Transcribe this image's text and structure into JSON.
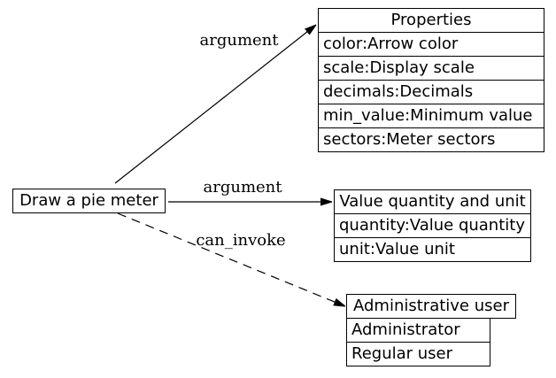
{
  "nodes": {
    "source": {
      "label": "Draw a pie meter"
    },
    "properties": {
      "title": "Properties",
      "rows": [
        "color:Arrow color",
        "scale:Display scale",
        "decimals:Decimals",
        "min_value:Minimum value",
        "sectors:Meter sectors"
      ]
    },
    "value": {
      "title": "Value quantity and unit",
      "rows": [
        "quantity:Value quantity",
        "unit:Value unit"
      ]
    },
    "user": {
      "title": "Administrative user",
      "rows": [
        "Administrator",
        "Regular user"
      ]
    }
  },
  "edges": {
    "argument_properties": {
      "label": "argument",
      "style": "solid"
    },
    "argument_value": {
      "label": "argument",
      "style": "solid"
    },
    "can_invoke_user": {
      "label": "can_invoke",
      "style": "dashed"
    }
  },
  "colors": {
    "line": "#000000",
    "background": "#ffffff",
    "text": "#000000"
  }
}
